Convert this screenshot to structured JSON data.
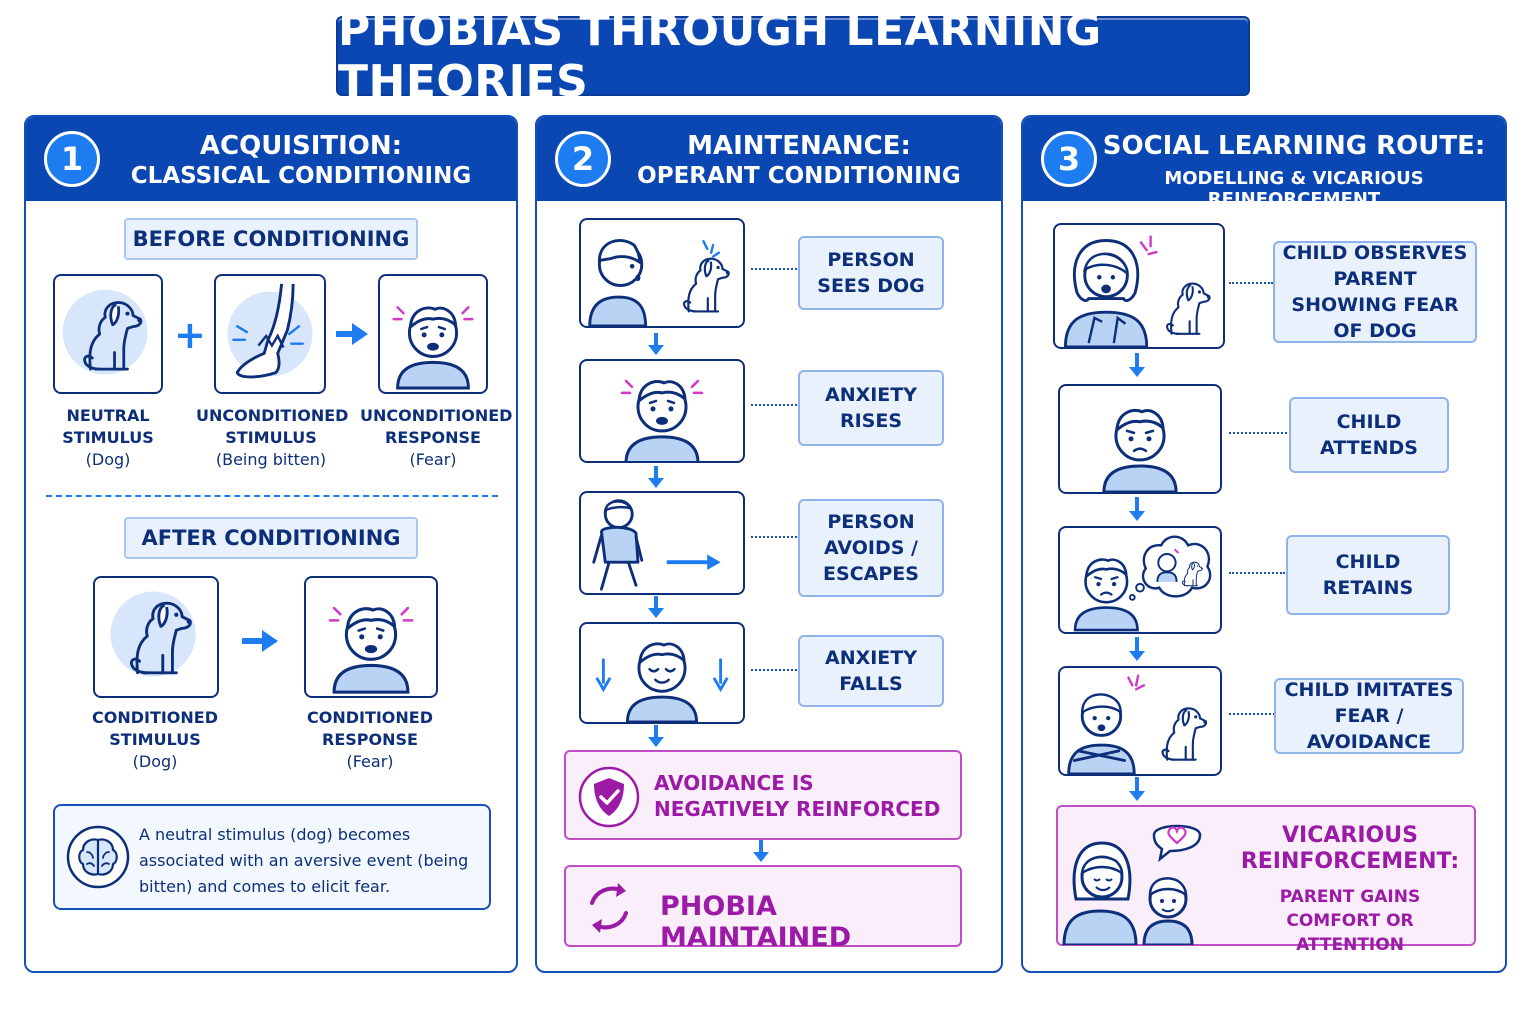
{
  "title": "PHOBIAS THROUGH LEARNING THEORIES",
  "panels": [
    {
      "num": "1",
      "heading": "ACQUISITION:",
      "subheading": "CLASSICAL CONDITIONING",
      "before_label": "BEFORE CONDITIONING",
      "after_label": "AFTER CONDITIONING",
      "before_items": [
        {
          "name": "NEUTRAL",
          "name2": "STIMULUS",
          "detail": "(Dog)"
        },
        {
          "name": "UNCONDITIONED",
          "name2": "STIMULUS",
          "detail": "(Being bitten)"
        },
        {
          "name": "UNCONDITIONED",
          "name2": "RESPONSE",
          "detail": "(Fear)"
        }
      ],
      "after_items": [
        {
          "name": "CONDITIONED",
          "name2": "STIMULUS",
          "detail": "(Dog)"
        },
        {
          "name": "CONDITIONED",
          "name2": "RESPONSE",
          "detail": "(Fear)"
        }
      ],
      "summary": "A neutral stimulus (dog) becomes associated with an aversive event (being bitten) and comes to elicit fear."
    },
    {
      "num": "2",
      "heading": "MAINTENANCE:",
      "subheading": "OPERANT CONDITIONING",
      "steps": [
        "PERSON SEES DOG",
        "ANXIETY RISES",
        "PERSON AVOIDS / ESCAPES",
        "ANXIETY FALLS"
      ],
      "reinforced": "AVOIDANCE IS NEGATIVELY REINFORCED",
      "maintained": "PHOBIA MAINTAINED"
    },
    {
      "num": "3",
      "heading": "SOCIAL LEARNING ROUTE:",
      "subheading": "MODELLING & VICARIOUS REINFORCEMENT",
      "steps": [
        "CHILD OBSERVES PARENT SHOWING FEAR OF DOG",
        "CHILD ATTENDS",
        "CHILD RETAINS",
        "CHILD IMITATES FEAR / AVOIDANCE"
      ],
      "vicarious_title": "VICARIOUS REINFORCEMENT:",
      "vicarious_detail": "PARENT GAINS COMFORT OR ATTENTION"
    }
  ],
  "colors": {
    "navy": "#0b47b3",
    "accent_blue": "#1d7df0",
    "light_blue": "#e9f1fd",
    "magenta": "#9b1aa6"
  }
}
